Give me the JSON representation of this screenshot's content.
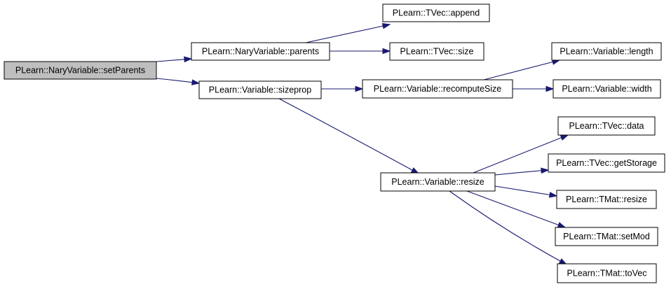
{
  "diagram": {
    "nodes": {
      "root": "PLearn::NaryVariable::setParents",
      "parents": "PLearn::NaryVariable::parents",
      "sizeprop": "PLearn::Variable::sizeprop",
      "append": "PLearn::TVec::append",
      "tvec_size": "PLearn::TVec::size",
      "recompute": "PLearn::Variable::recomputeSize",
      "length": "PLearn::Variable::length",
      "width": "PLearn::Variable::width",
      "resize": "PLearn::Variable::resize",
      "tvec_data": "PLearn::TVec::data",
      "getstorage": "PLearn::TVec::getStorage",
      "tmat_resize": "PLearn::TMat::resize",
      "setmod": "PLearn::TMat::setMod",
      "tovec": "PLearn::TMat::toVec"
    },
    "edges": [
      [
        "root",
        "parents"
      ],
      [
        "root",
        "sizeprop"
      ],
      [
        "parents",
        "append"
      ],
      [
        "parents",
        "tvec_size"
      ],
      [
        "sizeprop",
        "recompute"
      ],
      [
        "sizeprop",
        "resize"
      ],
      [
        "recompute",
        "length"
      ],
      [
        "recompute",
        "width"
      ],
      [
        "resize",
        "tvec_data"
      ],
      [
        "resize",
        "getstorage"
      ],
      [
        "resize",
        "tmat_resize"
      ],
      [
        "resize",
        "setmod"
      ],
      [
        "resize",
        "tovec"
      ]
    ],
    "colors": {
      "edge": "#191970",
      "root_fill": "#bfbfbf",
      "node_fill": "#ffffff",
      "node_border": "#000000"
    }
  }
}
